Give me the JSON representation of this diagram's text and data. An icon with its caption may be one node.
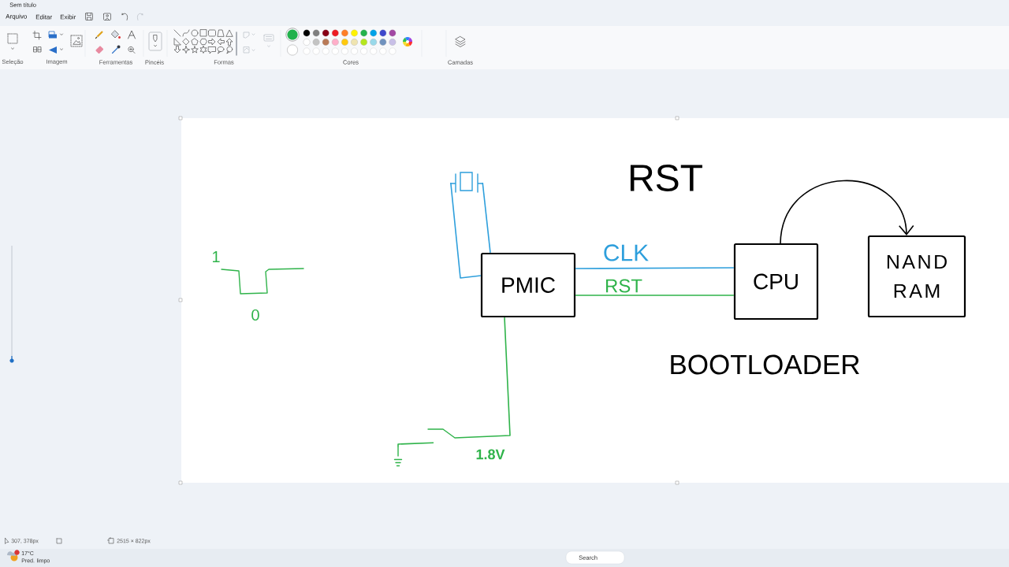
{
  "diagram": {
    "nodes": [
      {
        "text": [],
        "shape": "picture"
      },
      {
        "text": [
          "PMIC"
        ]
      },
      {
        "text": [
          "CPU"
        ]
      },
      {
        "text": [
          "NAND RAM"
        ]
      },
      {
        "text": [],
        "shape": "picture"
      },
      {
        "text": [],
        "shape": "picture"
      }
    ],
    "edges": [
      {
        "from": 0,
        "to": 1,
        "arrow": "none",
        "color": "#2e9fdc"
      },
      {
        "from": 0,
        "to": 1,
        "arrow": "none",
        "color": "#2e9fdc"
      },
      {
        "from": 1,
        "to": 2,
        "arrow": "none",
        "label": "CLK",
        "color": "#2e9fdc"
      },
      {
        "from": 1,
        "to": 2,
        "arrow": "none",
        "label": "RST",
        "color": "#2fb34a"
      },
      {
        "from": 1,
        "to": 4,
        "arrow": "none",
        "label": "1.8V",
        "color": "#2fb34a"
      },
      {
        "from": 4,
        "to": 5,
        "arrow": "none",
        "color": "#2fb34a"
      },
      {
        "from": 2,
        "to": 3,
        "arrow": "to",
        "color": "#000000"
      }
    ],
    "labels": [
      "Sem título",
      "Arquivo",
      "Editar",
      "Exibir",
      "Seleção",
      "Imagem",
      "Ferramentas",
      "Pincéis",
      "Formas",
      "Cores",
      "Camadas",
      "RST",
      "1",
      "0",
      "BOOTLOADER",
      "307, 378px",
      "2515 × 822px",
      "17°C",
      "Pred. limpo",
      "Search"
    ]
  }
}
